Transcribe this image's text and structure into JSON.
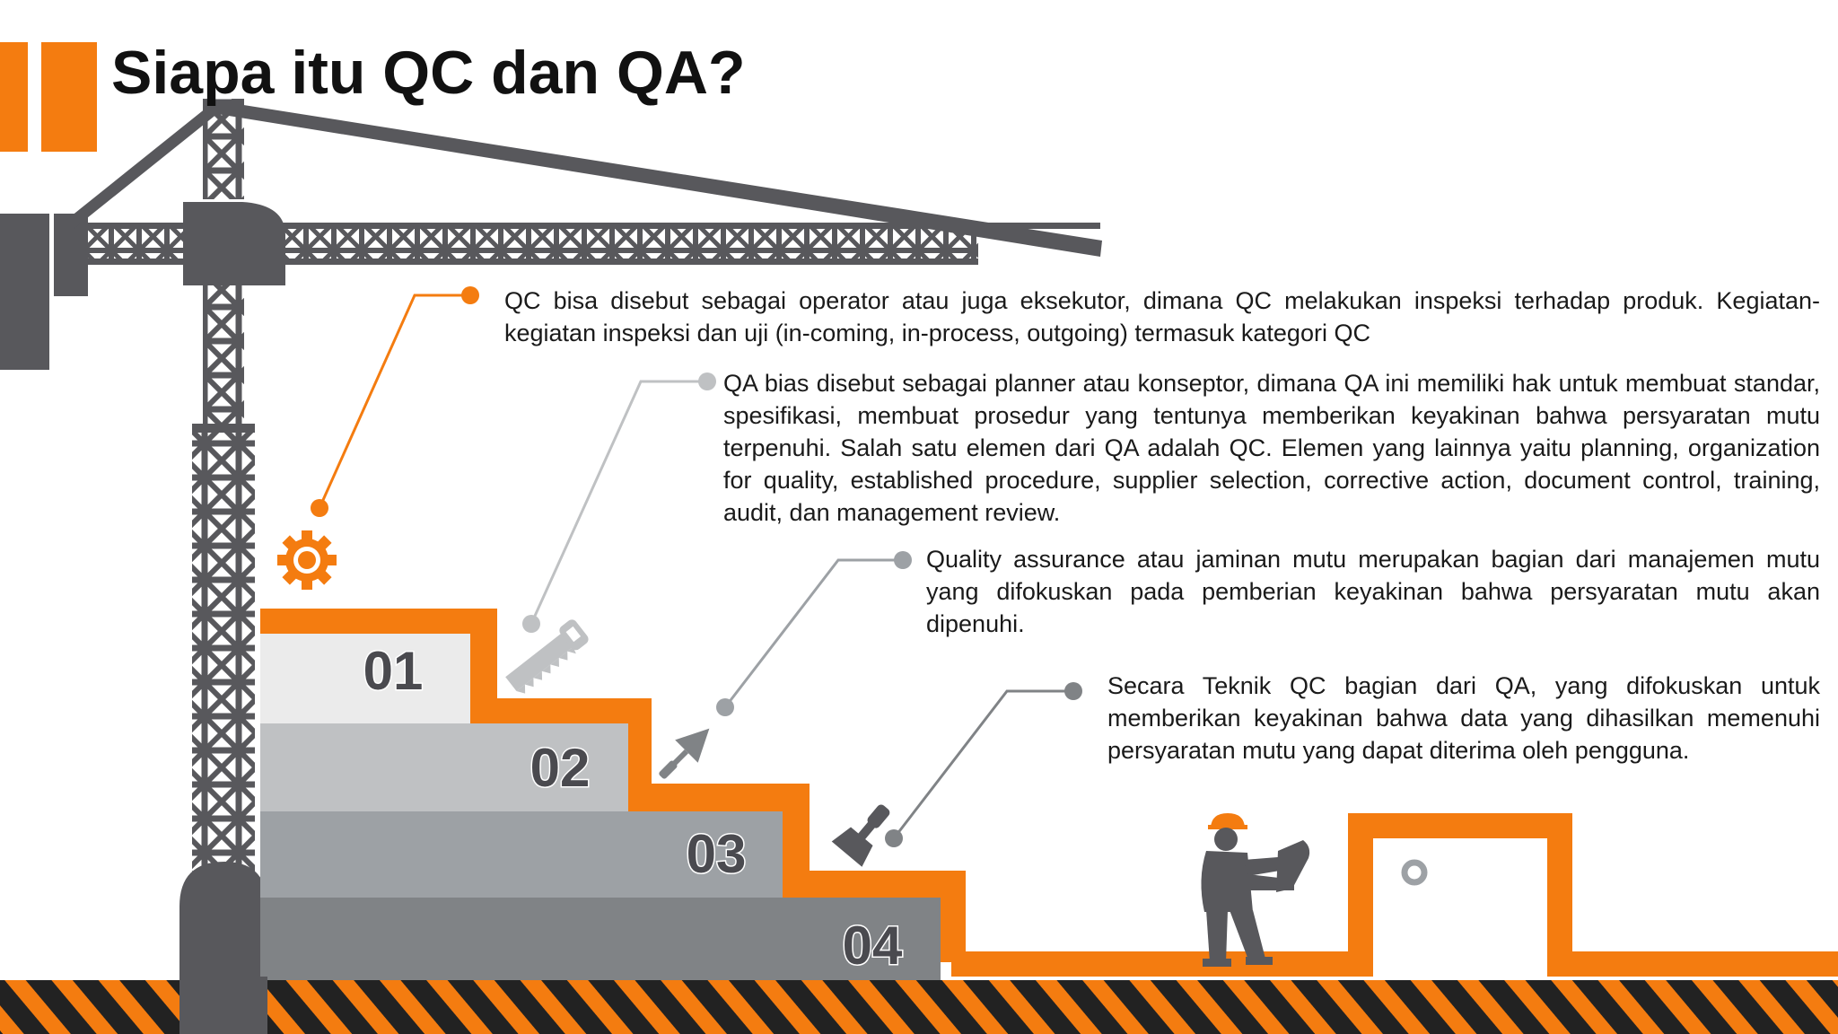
{
  "title": "Siapa itu QC dan QA?",
  "colors": {
    "accent": "#f47c10",
    "crane": "#58585c",
    "step1": "#ebebeb",
    "step2": "#bfc1c3",
    "step3": "#9da1a5",
    "step4": "#808386",
    "hazard_dark": "#222222"
  },
  "steps": [
    {
      "number": "01",
      "icon": "gear-icon"
    },
    {
      "number": "02",
      "icon": "saw-icon"
    },
    {
      "number": "03",
      "icon": "trowel-icon"
    },
    {
      "number": "04",
      "icon": "scraper-icon"
    }
  ],
  "paragraphs": [
    "QC bisa disebut sebagai operator atau juga eksekutor, dimana QC melakukan inspeksi terhadap produk. Kegiatan-kegiatan inspeksi dan uji (in-coming, in-process, outgoing) termasuk kategori QC",
    "QA bias disebut sebagai planner atau konseptor, dimana QA ini memiliki hak untuk membuat standar, spesifikasi, membuat prosedur yang tentunya memberikan keyakinan bahwa persyaratan mutu terpenuhi. Salah satu elemen dari QA adalah QC. Elemen yang lainnya yaitu planning, organization for quality, established procedure, supplier selection, corrective action, document control, training, audit, dan management review.",
    "Quality assurance atau jaminan mutu merupakan bagian dari manajemen mutu yang difokuskan pada pemberian keyakinan bahwa persyaratan mutu akan dipenuhi.",
    "Secara Teknik QC bagian dari QA, yang difokuskan untuk memberikan keyakinan bahwa data yang dihasilkan memenuhi persyaratan mutu yang dapat diterima oleh pengguna."
  ]
}
